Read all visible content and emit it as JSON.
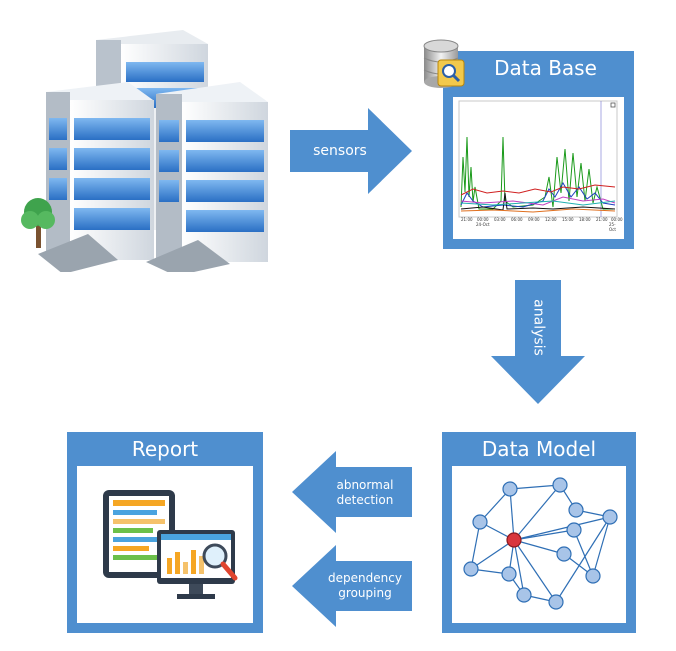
{
  "boxes": {
    "database": {
      "title": "Data Base"
    },
    "data_model": {
      "title": "Data Model"
    },
    "report": {
      "title": "Report"
    }
  },
  "arrows": {
    "sensors": "sensors",
    "analysis": "analysis",
    "abnormal_line1": "abnormal",
    "abnormal_line2": "detection",
    "dependency_line1": "dependency",
    "dependency_line2": "grouping"
  },
  "chart": {
    "x_ticks": [
      "21:00",
      "00:00",
      "03:00",
      "06:00",
      "09:00",
      "12:00",
      "15:00",
      "18:00",
      "21:00",
      "00:00"
    ],
    "x_subticks": [
      "",
      "24-Oct",
      "",
      "",
      "",
      "",
      "",
      "",
      "",
      "25-Oct"
    ]
  },
  "colors": {
    "accent_blue": "#4f8fcf",
    "node_fill": "#a8c4e8",
    "center_node": "#d9363e"
  },
  "icons": [
    "office-buildings-icon",
    "database-search-icon",
    "report-monitor-icon",
    "network-graph-icon"
  ]
}
